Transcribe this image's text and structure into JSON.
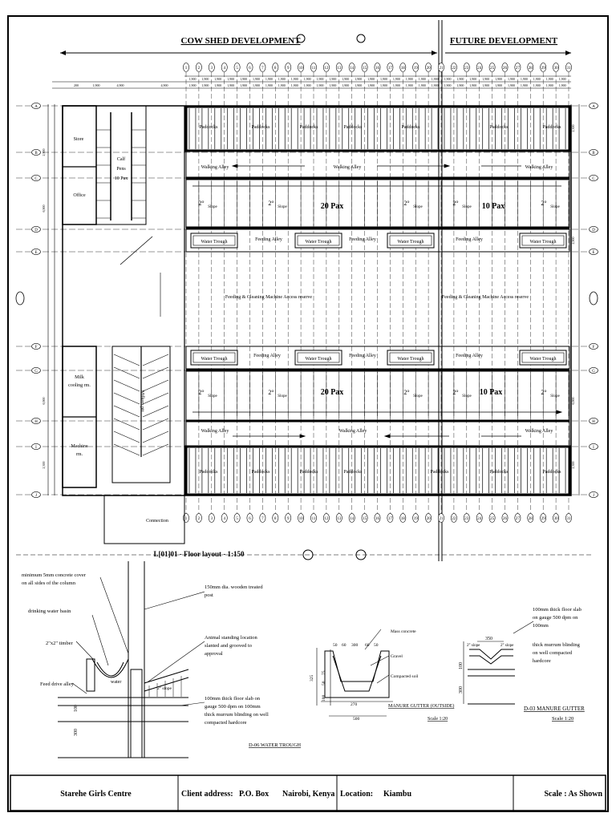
{
  "sections": {
    "cow_shed": "COW SHED DEVELOPMENT",
    "future": "FUTURE DEVELOPMENT"
  },
  "plan": {
    "title": "L[01]01 - Floor layout - 1:150",
    "room_labels": {
      "store": "Store",
      "office": "Office",
      "calf_pens": [
        "Calf",
        "Pens",
        "10 Pax"
      ],
      "milk_cooling": [
        "Milk",
        "cooling rm."
      ],
      "machine": [
        "Machine",
        "rm."
      ],
      "milking_pit": "Milkers pit",
      "connection": "Connection",
      "paddocks": "Paddocks",
      "walking_alley": "Walking Alley",
      "feeding_alley": "Feeding Alley",
      "water_trough": "Water Trough",
      "feed_reserve": "Feeding & Cleaning Machine Access reserve",
      "slope": "Slope",
      "pax_20": "20 Pax",
      "pax_10": "10 Pax",
      "grade": "2°"
    },
    "grid_numbers": [
      "1",
      "2",
      "3",
      "4",
      "5",
      "6",
      "7",
      "8",
      "9",
      "10",
      "11",
      "12",
      "13",
      "14",
      "15",
      "16",
      "17",
      "18",
      "19",
      "20",
      "21",
      "22",
      "23",
      "24",
      "25",
      "26",
      "27",
      "28",
      "29",
      "30",
      "31"
    ],
    "row_letters": [
      "A",
      "B",
      "C",
      "D",
      "E",
      "F",
      "G",
      "H",
      "I",
      "J"
    ],
    "dims": {
      "bay": "1,900",
      "sub": "200",
      "dm1": "4,900",
      "dm2": "2,900",
      "dm3": "6,900",
      "dm4": "2,300"
    }
  },
  "details": {
    "water_trough": {
      "title": "D-06 WATER TROUGH",
      "notes": [
        "minimum 5mm concrete cover",
        "on all sides of the column",
        "drinking water basin",
        "2\"x2\" timber",
        "Feed drive alley",
        "150mm dia. wooden treated",
        "post",
        "Animal standing location",
        "slanted and grooved to",
        "approval",
        "100mm thick floor slab on",
        "gauge 500 dpm on 100mm",
        "thick murrum blinding on well",
        "compacted hardcore"
      ],
      "inner_label": "water",
      "dims": [
        "100",
        "300"
      ],
      "slope": "2° slope"
    },
    "manure_outside": {
      "title": "MANURE GUTTER (OUTSIDE)",
      "scale": "Scale 1:20",
      "notes": [
        "Mass concrete",
        "Gravel",
        "Compacted soil"
      ],
      "dims": [
        "50",
        "60",
        "300",
        "60",
        "50",
        "325",
        "100",
        "50",
        "75",
        "270",
        "500"
      ]
    },
    "manure_gutter": {
      "title": "D-03 MANURE GUTTER",
      "scale": "Scale 1:20",
      "notes": [
        "100mm thick floor slab",
        "on gauge 500 dpm on",
        "100mm",
        "thick murrum blinding",
        "on well compacted",
        "hardcore"
      ],
      "dims": [
        "350",
        "100",
        "300"
      ],
      "slopes": [
        "2° slope",
        "2° slope"
      ]
    }
  },
  "title_block": {
    "project": "Starehe Girls Centre",
    "client_label": "Client address:",
    "client_value": "P.O. Box",
    "city": "Nairobi, Kenya",
    "location_label": "Location:",
    "location_value": "Kiambu",
    "scale": "Scale : As Shown"
  },
  "colors": {
    "ink": "#000000",
    "paper": "#ffffff"
  }
}
